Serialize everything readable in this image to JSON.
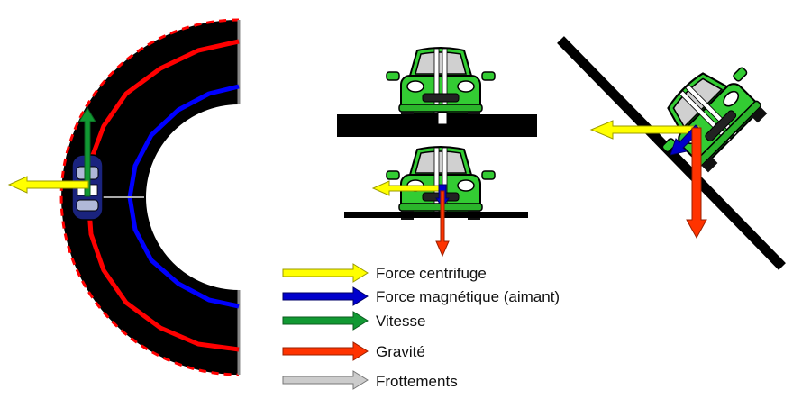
{
  "legend": {
    "items": [
      {
        "label": "Force centrifuge",
        "color": "#ffff00",
        "stroke": "#9a9a00"
      },
      {
        "label": "Force magnétique (aimant)",
        "color": "#0000cc",
        "stroke": "#000066"
      },
      {
        "label": "Vitesse",
        "color": "#119933",
        "stroke": "#0a5a1e"
      },
      {
        "label": "Gravité",
        "color": "#ff3300",
        "stroke": "#991f00"
      },
      {
        "label": "Frottements",
        "color": "#cccccc",
        "stroke": "#777777"
      }
    ]
  },
  "colors": {
    "track": "#000000",
    "track_dash": "#ff0000",
    "outer_lane": "#ff0000",
    "inner_lane": "#0000ff",
    "car_body": "#33cc33",
    "car_stripe": "#ffffff",
    "top_car": "#1a237e"
  }
}
